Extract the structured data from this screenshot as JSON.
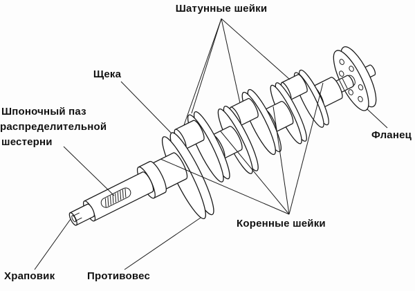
{
  "diagram": {
    "subject": "crankshaft",
    "colors": {
      "line": "#1a1a1a",
      "background": "#fdfdfd",
      "text": "#111111"
    },
    "labels": {
      "crankpin_journals": "Шатунные шейки",
      "web_cheek": "Щека",
      "keyway_line1": "Шпоночный паз",
      "keyway_line2": "распределительной",
      "keyway_line3": "шестерни",
      "flange": "Фланец",
      "main_journals": "Коренные шейки",
      "ratchet": "Храповик",
      "counterweight": "Противовес"
    }
  }
}
